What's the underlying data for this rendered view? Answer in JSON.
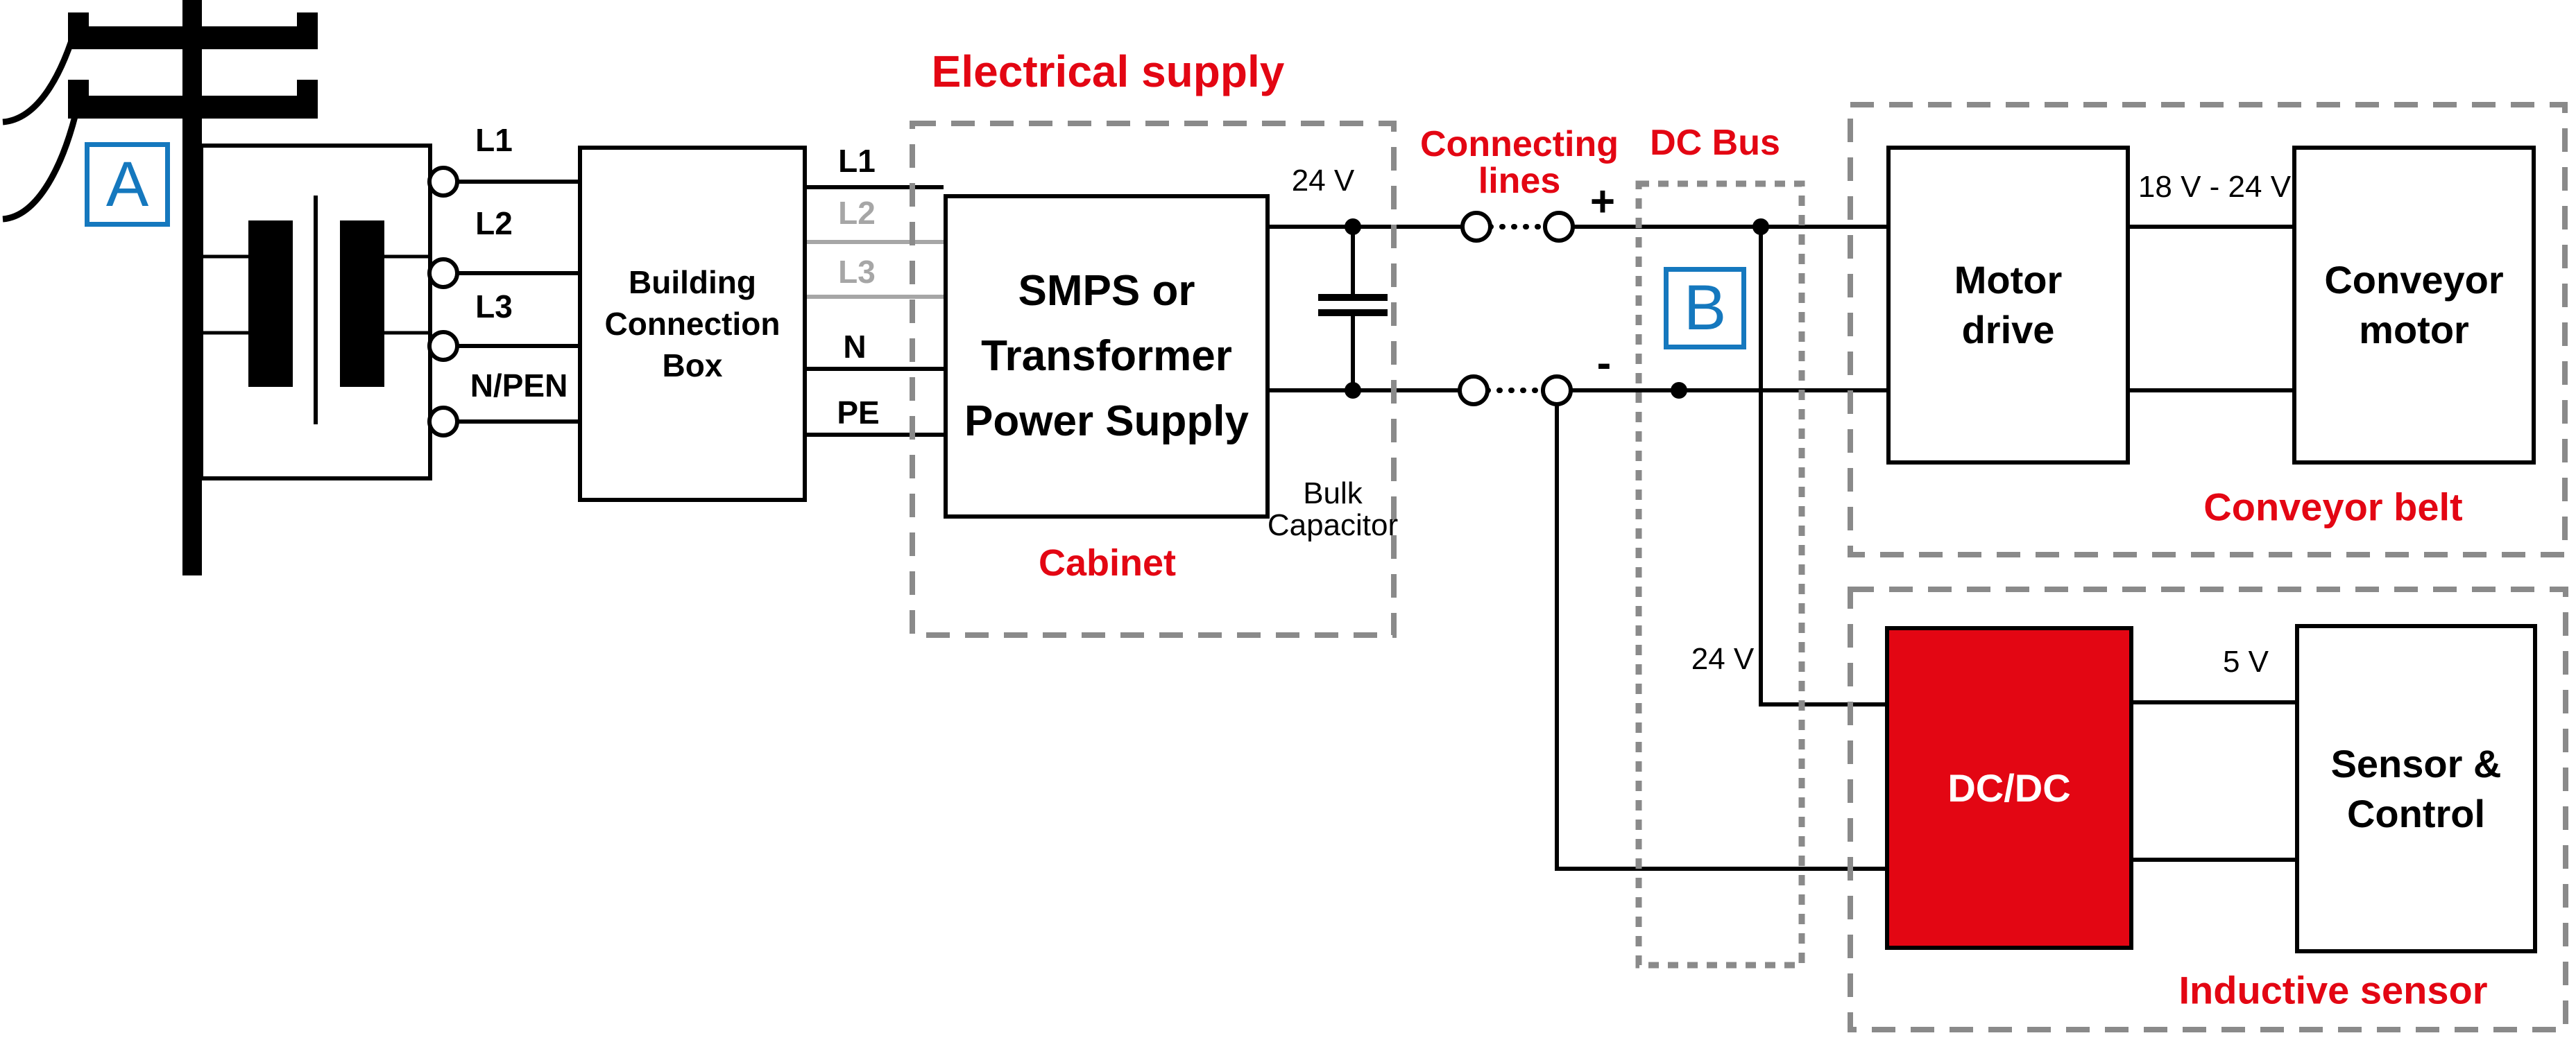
{
  "markers": {
    "a": "A",
    "b": "B"
  },
  "pole_feed": {
    "l1": "L1",
    "l2": "L2",
    "l3": "L3",
    "n_pen": "N/PEN"
  },
  "building_box": {
    "line1": "Building",
    "line2": "Connection",
    "line3": "Box"
  },
  "supply_wires": {
    "l1": "L1",
    "l2": "L2",
    "l3": "L3",
    "n": "N",
    "pe": "PE"
  },
  "electrical_supply": {
    "title": "Electrical supply",
    "cabinet": "Cabinet"
  },
  "smps": {
    "line1": "SMPS or",
    "line2": "Transformer",
    "line3": "Power Supply",
    "output_voltage": "24 V",
    "bulk_line1": "Bulk",
    "bulk_line2": "Capacitor"
  },
  "connecting_lines": {
    "title_line1": "Connecting",
    "title_line2": "lines",
    "plus": "+",
    "minus": "-"
  },
  "dc_bus": {
    "title": "DC Bus",
    "branch_voltage": "24 V"
  },
  "conveyor_belt": {
    "title": "Conveyor belt",
    "motor_drive_line1": "Motor",
    "motor_drive_line2": "drive",
    "conveyor_motor_line1": "Conveyor",
    "conveyor_motor_line2": "motor",
    "link_voltage": "18 V - 24 V"
  },
  "inductive_sensor": {
    "title": "Inductive sensor",
    "dcdc": "DC/DC",
    "sensor_line1": "Sensor &",
    "sensor_line2": "Control",
    "link_voltage": "5 V"
  },
  "colors": {
    "red": "#e30613",
    "blue": "#1578be",
    "gray_wire": "#a6a6a6",
    "dash_gray": "#8a8a8a",
    "black": "#000000",
    "white": "#ffffff"
  }
}
